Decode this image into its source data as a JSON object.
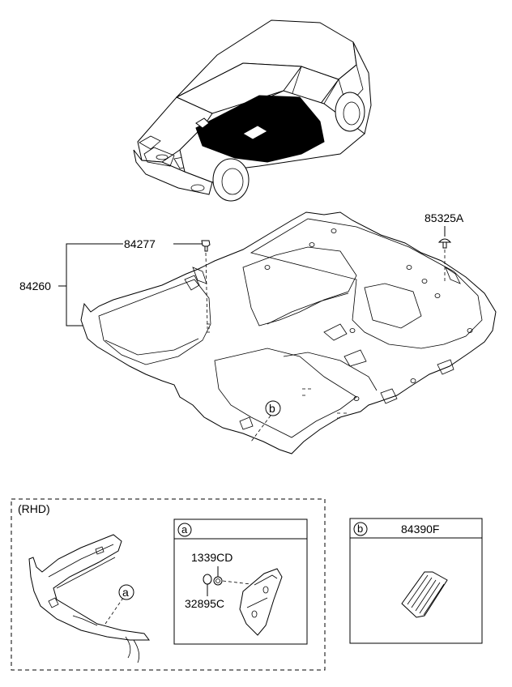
{
  "callouts": {
    "part_84277": "84277",
    "part_84260": "84260",
    "part_85325A": "85325A",
    "marker_b": "b",
    "marker_a": "a"
  },
  "rhd_panel": {
    "label": "(RHD)",
    "marker": "a"
  },
  "detail_a": {
    "marker": "a",
    "part_1339CD": "1339CD",
    "part_32895C": "32895C"
  },
  "detail_b": {
    "marker": "b",
    "part_84390F": "84390F"
  }
}
